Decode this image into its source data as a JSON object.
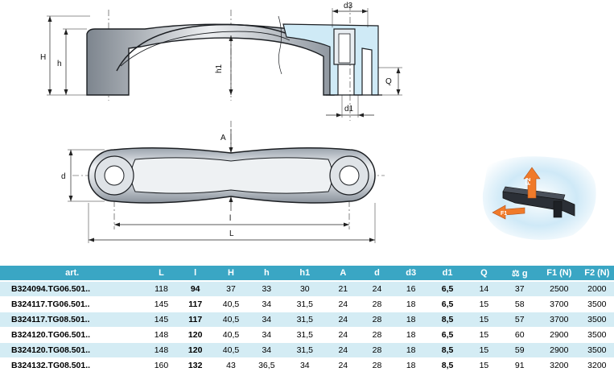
{
  "dimension_labels": {
    "H": "H",
    "h": "h",
    "h1": "h1",
    "d3": "d3",
    "Q": "Q",
    "d1": "d1",
    "A": "A",
    "d": "d",
    "l": "l",
    "L": "L"
  },
  "force_labels": {
    "f1": "F1",
    "f2": "F2"
  },
  "table": {
    "headers": [
      {
        "label": "art."
      },
      {
        "label": "L"
      },
      {
        "label": "l"
      },
      {
        "label": "H"
      },
      {
        "label": "h"
      },
      {
        "label": "h1"
      },
      {
        "label": "A"
      },
      {
        "label": "d"
      },
      {
        "label": "d3"
      },
      {
        "label": "d1"
      },
      {
        "label": "Q"
      },
      {
        "label": "g",
        "icon": "balance-scale-icon"
      },
      {
        "label": "F1 (N)"
      },
      {
        "label": "F2 (N)"
      }
    ],
    "rows": [
      [
        "B324094.TG06.501..",
        "118",
        "94",
        "37",
        "33",
        "30",
        "21",
        "24",
        "16",
        "6,5",
        "14",
        "37",
        "2500",
        "2000"
      ],
      [
        "B324117.TG06.501..",
        "145",
        "117",
        "40,5",
        "34",
        "31,5",
        "24",
        "28",
        "18",
        "6,5",
        "15",
        "58",
        "3700",
        "3500"
      ],
      [
        "B324117.TG08.501..",
        "145",
        "117",
        "40,5",
        "34",
        "31,5",
        "24",
        "28",
        "18",
        "8,5",
        "15",
        "57",
        "3700",
        "3500"
      ],
      [
        "B324120.TG06.501..",
        "148",
        "120",
        "40,5",
        "34",
        "31,5",
        "24",
        "28",
        "18",
        "6,5",
        "15",
        "60",
        "2900",
        "3500"
      ],
      [
        "B324120.TG08.501..",
        "148",
        "120",
        "40,5",
        "34",
        "31,5",
        "24",
        "28",
        "18",
        "8,5",
        "15",
        "59",
        "2900",
        "3500"
      ],
      [
        "B324132.TG08.501..",
        "160",
        "132",
        "43",
        "36,5",
        "34",
        "24",
        "28",
        "18",
        "8,5",
        "15",
        "91",
        "3200",
        "3200"
      ]
    ]
  },
  "colors": {
    "header_bg": "#3aa6c4",
    "row_alt_bg": "#d4ecf4",
    "handle_fill": "#2b2f36",
    "section_fill": "#cfeaf6",
    "accent_orange": "#f07a2a"
  }
}
